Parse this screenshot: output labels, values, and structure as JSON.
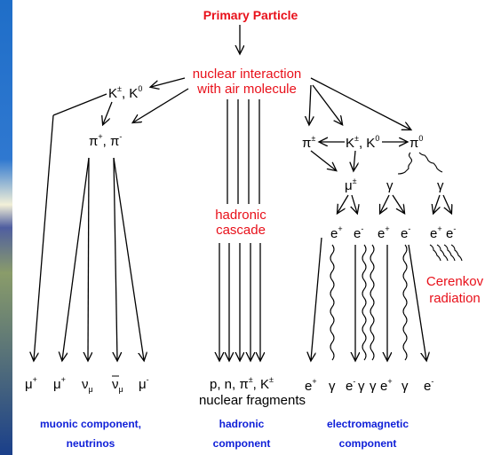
{
  "title": "Primary Particle",
  "interaction": {
    "line1": "nuclear interaction",
    "line2": "with air molecule"
  },
  "hadronic_cascade": {
    "line1": "hadronic",
    "line2": "cascade"
  },
  "cerenkov": {
    "line1": "Cerenkov",
    "line2": "radiation"
  },
  "components": {
    "muonic": {
      "line1": "muonic component,",
      "line2": "neutrinos"
    },
    "hadronic": {
      "line1": "hadronic",
      "line2": "component"
    },
    "electromagnetic": {
      "line1": "electromagnetic",
      "line2": "component"
    }
  },
  "labels": {
    "kaons": "K",
    "kaons_sep": ", K",
    "pions": "π",
    "pions_sep": ", π",
    "pi_plus": "π",
    "left_arrow_k": "K",
    "k0": ", K",
    "pi0": "π",
    "mu": "μ",
    "gamma": "γ",
    "e": "e",
    "nu": "ν",
    "nu_bar": "ν",
    "hadron_products": "p, n, π",
    "hadron_k": ", K",
    "nuclear_fragments": "nuclear fragments"
  },
  "colors": {
    "red": "#e8101a",
    "blue": "#1020d8",
    "black": "#000000"
  }
}
